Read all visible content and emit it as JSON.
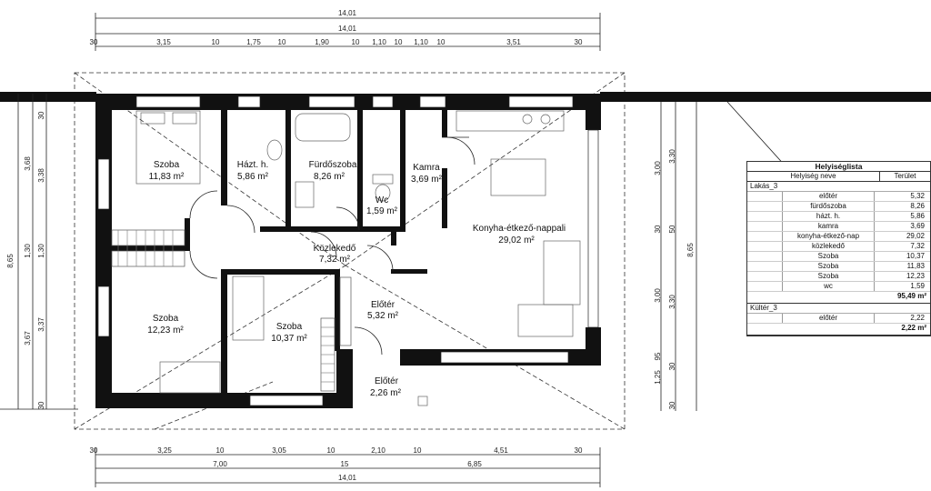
{
  "top_dims": {
    "overall_1": "14,01",
    "overall_2": "14,01",
    "segments": [
      "30",
      "3,15",
      "10",
      "1,75",
      "10",
      "1,90",
      "10",
      "1,10",
      "10",
      "1,10",
      "10",
      "3,51",
      "30"
    ]
  },
  "bottom_dims": {
    "segments": [
      "30",
      "3,25",
      "10",
      "3,05",
      "10",
      "2,10",
      "10",
      "4,51",
      "30"
    ],
    "sub": [
      "7,00",
      "15",
      "6,85"
    ],
    "overall": "14,01"
  },
  "left_dims": {
    "overall": "8,65",
    "col2": [
      "3,68",
      "1,30",
      "3,67"
    ],
    "col3": [
      "30",
      "3,38",
      "1,30",
      "3,37",
      "30"
    ]
  },
  "right_dims": {
    "overall": "8,65",
    "col2": [
      "3,00",
      "30",
      "3,00",
      "95",
      "1,25"
    ],
    "col3": [
      "3,30",
      "50",
      "3,30",
      "30",
      "30"
    ]
  },
  "rooms": [
    {
      "name": "Szoba",
      "area": "11,83 m²"
    },
    {
      "name": "Házt. h.",
      "area": "5,86 m²"
    },
    {
      "name": "Fürdőszoba",
      "area": "8,26 m²"
    },
    {
      "name": "Wc",
      "area": "1,59 m²"
    },
    {
      "name": "Kamra",
      "area": "3,69 m²"
    },
    {
      "name": "Konyha-étkező-nappali",
      "area": "29,02 m²"
    },
    {
      "name": "Közlekedő",
      "area": "7,32 m²"
    },
    {
      "name": "Szoba",
      "area": "12,23 m²"
    },
    {
      "name": "Szoba",
      "area": "10,37 m²"
    },
    {
      "name": "Előtér",
      "area": "5,32 m²"
    },
    {
      "name": "Előtér",
      "area": "2,26 m²"
    }
  ],
  "legend": {
    "title": "Helyiséglista",
    "col_name": "Helyiség neve",
    "col_area": "Terület",
    "group1": "Lakás_3",
    "rows1": [
      {
        "name": "előtér",
        "area": "5,32"
      },
      {
        "name": "fürdőszoba",
        "area": "8,26"
      },
      {
        "name": "házt. h.",
        "area": "5,86"
      },
      {
        "name": "kamra",
        "area": "3,69"
      },
      {
        "name": "konyha-étkező-nap",
        "area": "29,02"
      },
      {
        "name": "közlekedő",
        "area": "7,32"
      },
      {
        "name": "Szoba",
        "area": "10,37"
      },
      {
        "name": "Szoba",
        "area": "11,83"
      },
      {
        "name": "Szoba",
        "area": "12,23"
      },
      {
        "name": "wc",
        "area": "1,59"
      }
    ],
    "total1": "95,49 m²",
    "group2": "Kültér_3",
    "rows2": [
      {
        "name": "előtér",
        "area": "2,22"
      }
    ],
    "total2": "2,22 m²"
  }
}
